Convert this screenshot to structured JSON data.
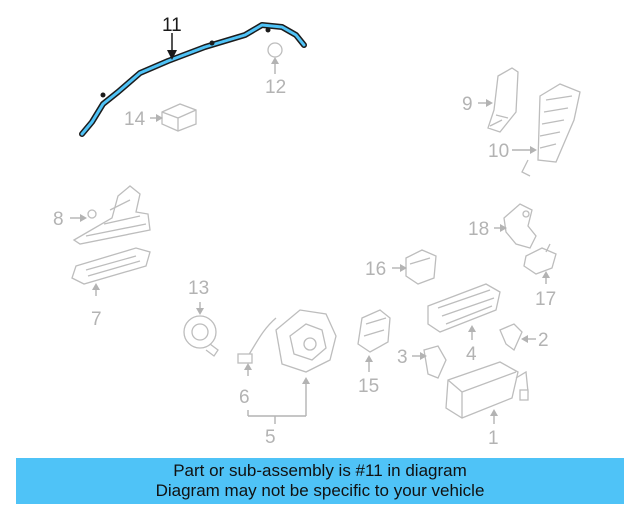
{
  "highlight_color": "#4fc3f7",
  "highlighted_part": "11",
  "callouts": {
    "c1": "1",
    "c2": "2",
    "c3": "3",
    "c4": "4",
    "c5": "5",
    "c6": "6",
    "c7": "7",
    "c8": "8",
    "c9": "9",
    "c10": "10",
    "c11": "11",
    "c12": "12",
    "c13": "13",
    "c14": "14",
    "c15": "15",
    "c16": "16",
    "c17": "17",
    "c18": "18"
  },
  "caption": {
    "line1": "Part or sub-assembly is #11 in diagram",
    "line2": "Diagram may not be specific to your vehicle"
  }
}
